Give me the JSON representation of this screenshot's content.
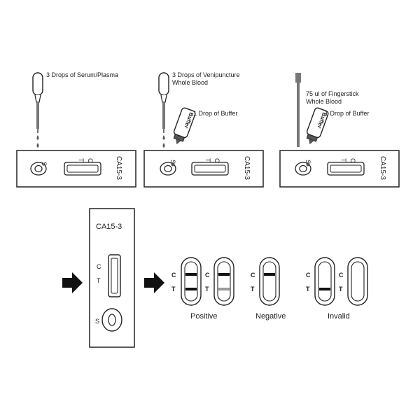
{
  "steps": [
    {
      "instruction": "3 Drops of Serum/Plasma",
      "cassette_label": "CA15-3",
      "sample_label": "S",
      "test_label": "T",
      "control_label": "C"
    },
    {
      "instruction_line1": "3 Drops of Venipuncture",
      "instruction_line2": "Whole Blood",
      "buffer_instruction": "1 Drop of Buffer",
      "buffer_bottle_label": "Buffer",
      "cassette_label": "CA15-3",
      "sample_label": "S",
      "test_label": "T",
      "control_label": "C"
    },
    {
      "instruction_line1": "75 ul of Fingerstick",
      "instruction_line2": "Whole Blood",
      "buffer_instruction": "1 Drop of Buffer",
      "buffer_bottle_label": "Buffer",
      "cassette_label": "CA15-3",
      "sample_label": "S",
      "test_label": "T",
      "control_label": "C"
    }
  ],
  "large_cassette": {
    "title": "CA15-3",
    "control_label": "C",
    "test_label": "T",
    "sample_label": "S"
  },
  "results": {
    "positive": "Positive",
    "negative": "Negative",
    "invalid": "Invalid",
    "c_label": "C",
    "t_label": "T"
  },
  "colors": {
    "ink": "#222222",
    "line_dark": "#111111",
    "line_faint": "#9a9a9a",
    "drop": "#555555"
  }
}
